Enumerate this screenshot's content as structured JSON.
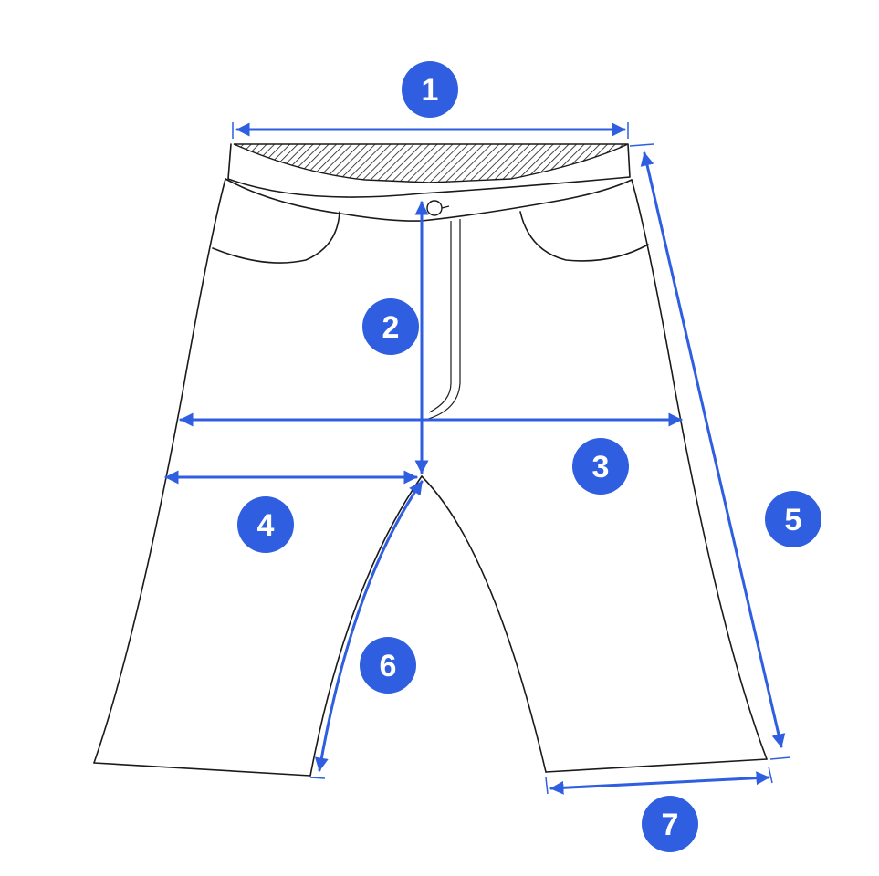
{
  "colors": {
    "accent": "#2f5fe0",
    "outline": "#1a1a1a",
    "background": "#ffffff"
  },
  "measurements": [
    {
      "id": "m1",
      "label": "1"
    },
    {
      "id": "m2",
      "label": "2"
    },
    {
      "id": "m3",
      "label": "3"
    },
    {
      "id": "m4",
      "label": "4"
    },
    {
      "id": "m5",
      "label": "5"
    },
    {
      "id": "m6",
      "label": "6"
    },
    {
      "id": "m7",
      "label": "7"
    }
  ]
}
